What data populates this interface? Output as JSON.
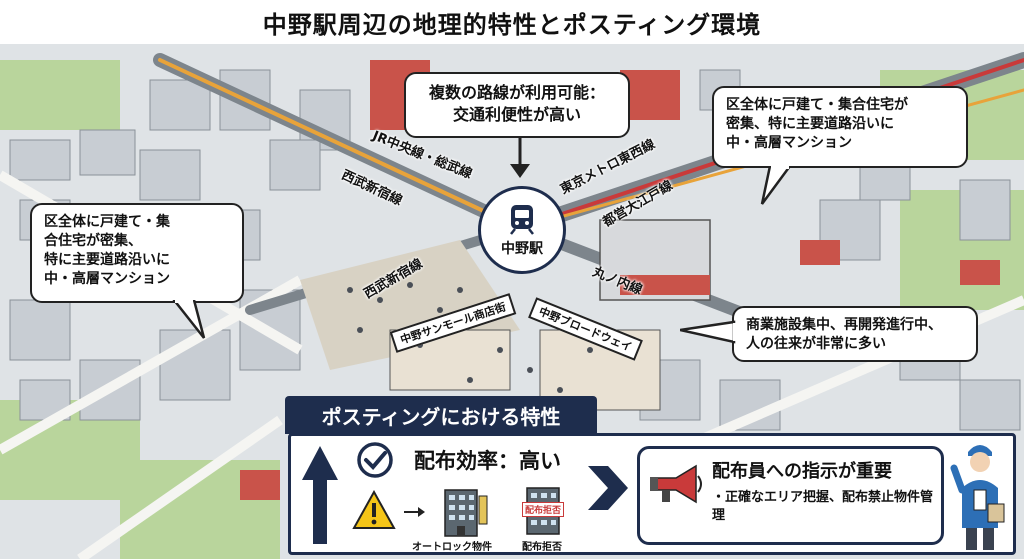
{
  "title": "中野駅周辺の地理的特性とポスティング環境",
  "callouts": {
    "top": [
      "複数の路線が利用可能：",
      "交通利便性が高い"
    ],
    "right_top": [
      "区全体に戸建て・集合住宅が",
      "密集、特に主要道路沿いに",
      "中・高層マンション"
    ],
    "left": [
      "区全体に戸建て・集",
      "合住宅が密集、",
      "特に主要道路沿いに",
      "中・高層マンション"
    ],
    "right_mid": [
      "商業施設集中、再開発進行中、",
      "人の往来が非常に多い"
    ]
  },
  "lines": {
    "jr": "JR中央線・総武線",
    "tozai": "東京メトロ東西線",
    "oedo": "都営大江戸線",
    "seibu_top": "西武新宿線",
    "seibu_mid": "西武新宿線",
    "marunouchi": "丸ノ内線"
  },
  "station": {
    "name": "中野駅",
    "icon": "train-icon"
  },
  "shops": {
    "sunmall": "中野サンモール商店街",
    "broadway": "中野ブロードウェイ"
  },
  "posting": {
    "heading": "ポスティングにおける特性",
    "efficiency": "配布効率：高い",
    "icons": [
      "up-arrow-icon",
      "check-icon",
      "warning-icon",
      "apartment-icon",
      "refusal-building-icon",
      "megaphone-icon",
      "staff-icon"
    ],
    "autolock_label": "オートロック物件",
    "refusal_label": "配布拒否",
    "refusal_sign": "配布拒否",
    "instruction_title": "配布員への指示が重要",
    "instruction_text": "・正確なエリア把握、配布禁止物件管理"
  },
  "colors": {
    "navy": "#1e2d4d",
    "jr_line": "#e8a33a",
    "tozai_line": "#c93a3a",
    "warning": "#f5c518"
  }
}
